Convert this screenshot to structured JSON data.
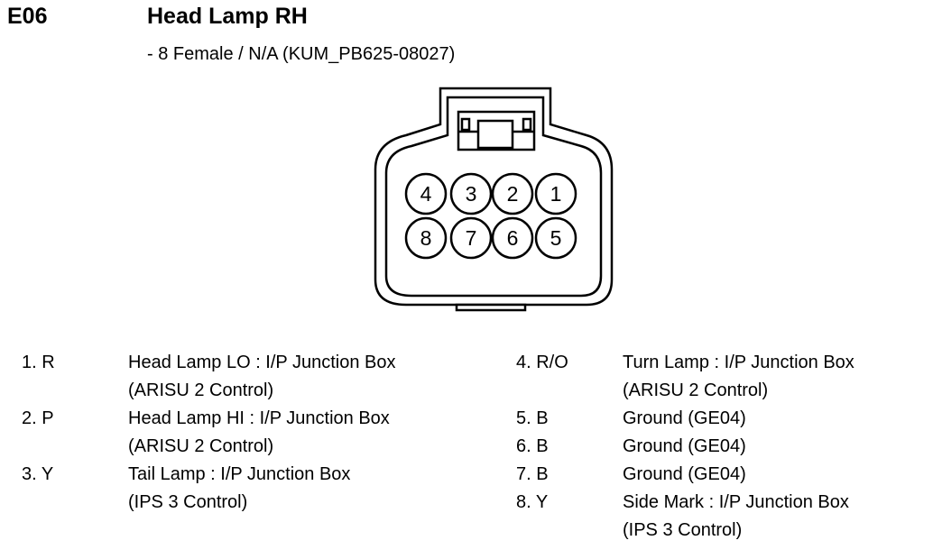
{
  "header": {
    "code": "E06",
    "title": "Head Lamp RH",
    "subtitle": "- 8 Female / N/A (KUM_PB625-08027)"
  },
  "connector": {
    "top_row": [
      "4",
      "3",
      "2",
      "1"
    ],
    "bottom_row": [
      "8",
      "7",
      "6",
      "5"
    ]
  },
  "pins_left": [
    {
      "id": "1. R",
      "lines": [
        "Head Lamp LO : I/P Junction Box",
        "(ARISU 2 Control)"
      ]
    },
    {
      "id": "2. P",
      "lines": [
        "Head Lamp HI : I/P Junction Box",
        "(ARISU 2 Control)"
      ]
    },
    {
      "id": "3. Y",
      "lines": [
        "Tail Lamp : I/P Junction Box",
        "(IPS 3 Control)"
      ]
    }
  ],
  "pins_right": [
    {
      "id": "4. R/O",
      "lines": [
        "Turn Lamp : I/P Junction Box",
        "(ARISU 2 Control)"
      ]
    },
    {
      "id": "5. B",
      "lines": [
        "Ground (GE04)"
      ]
    },
    {
      "id": "6. B",
      "lines": [
        "Ground (GE04)"
      ]
    },
    {
      "id": "7. B",
      "lines": [
        "Ground (GE04)"
      ]
    },
    {
      "id": "8. Y",
      "lines": [
        "Side Mark : I/P Junction Box",
        "(IPS 3 Control)"
      ]
    }
  ]
}
